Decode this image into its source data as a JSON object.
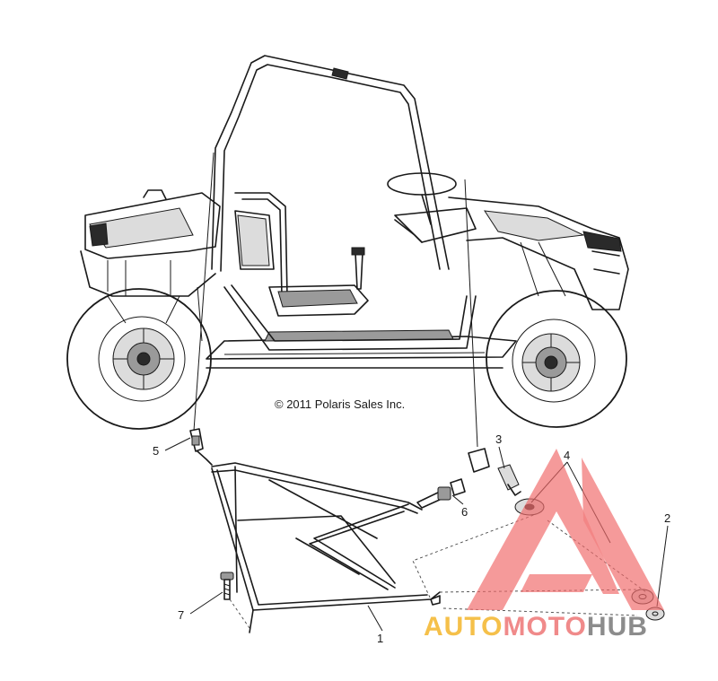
{
  "copyright": "© 2011 Polaris Sales Inc.",
  "callouts": [
    {
      "id": "1",
      "label": "1"
    },
    {
      "id": "2",
      "label": "2"
    },
    {
      "id": "3",
      "label": "3"
    },
    {
      "id": "4",
      "label": "4"
    },
    {
      "id": "5",
      "label": "5"
    },
    {
      "id": "6",
      "label": "6"
    },
    {
      "id": "7",
      "label": "7"
    }
  ],
  "watermark": {
    "part1": "AUTO",
    "part2": "MOTO",
    "part3": "HUB",
    "colors": {
      "auto": "#f5c04a",
      "moto": "#f08a8a",
      "hub": "#8c8c8c",
      "triangle": "#f06b6b"
    }
  }
}
